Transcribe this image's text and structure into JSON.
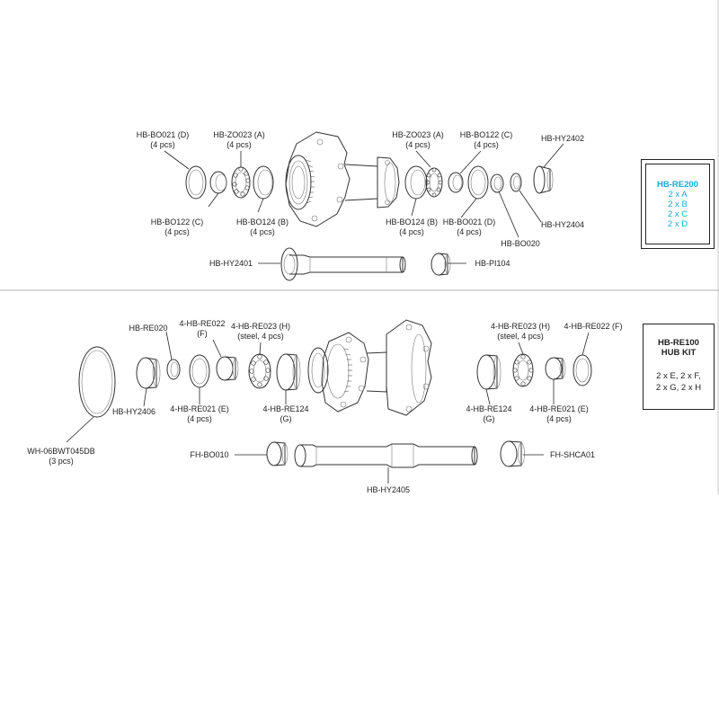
{
  "labels": {
    "hb_bo0021_d_top": "HB-BO021 (D)",
    "hb_bo0021_d_top_qty": "(4 pcs)",
    "hb_zo023_a_left": "HB-ZO023 (A)",
    "hb_zo023_a_left_qty": "(4 pcs)",
    "hb_zo023_a_right": "HB-ZO023 (A)",
    "hb_zo023_a_right_qty": "(4 pcs)",
    "hb_bo122_c_right": "HB-BO122 (C)",
    "hb_bo122_c_right_qty": "(4 pcs)",
    "hb_hy2402": "HB-HY2402",
    "hb_bo122_c_left": "HB-BO122 (C)",
    "hb_bo122_c_left_qty": "(4 pcs)",
    "hb_bo124_b_left": "HB-BO124 (B)",
    "hb_bo124_b_left_qty": "(4 pcs)",
    "hb_bo124_b_right": "HB-BO124 (B)",
    "hb_bo124_b_right_qty": "(4 pcs)",
    "hb_bo021_d_right": "HB-BO021 (D)",
    "hb_bo021_d_right_qty": "(4 pcs)",
    "hb_hy2404": "HB-HY2404",
    "hb_bo020": "HB-BO020",
    "hb_hy2401": "HB-HY2401",
    "hb_pi104": "HB-PI104",
    "hb_re020": "HB-RE020",
    "re022_f_left": "4-HB-RE022",
    "re022_f_left_sub": "(F)",
    "re023_h_left": "4-HB-RE023 (H)",
    "re023_h_left_sub": "(steel, 4 pcs)",
    "re023_h_right": "4-HB-RE023 (H)",
    "re023_h_right_sub": "(steel, 4 pcs)",
    "re022_f_right": "4-HB-RE022 (F)",
    "hb_hy2406": "HB-HY2406",
    "re021_e_left": "4-HB-RE021 (E)",
    "re021_e_left_qty": "(4 pcs)",
    "re124_g_left": "4-HB-RE124",
    "re124_g_left_sub": "(G)",
    "re124_g_right": "4-HB-RE124",
    "re124_g_right_sub": "(G)",
    "re021_e_right": "4-HB-RE021 (E)",
    "re021_e_right_qty": "(4 pcs)",
    "wh": "WH-06BWT045DB",
    "wh_qty": "(3 pcs)",
    "fh_bo010": "FH-BO010",
    "fh_shca01": "FH-SHCA01",
    "hb_hy2405": "HB-HY2405"
  },
  "kit_re200": {
    "title": "HB-RE200",
    "lines": [
      "2 x A",
      "2 x B",
      "2 x C",
      "2 x D"
    ],
    "accent": "#1aa7d9"
  },
  "kit_re100": {
    "title1": "HB-RE100",
    "title2": "HUB KIT",
    "line1": "2 x E, 2 x F,",
    "line2": "2 x G, 2 x H"
  }
}
